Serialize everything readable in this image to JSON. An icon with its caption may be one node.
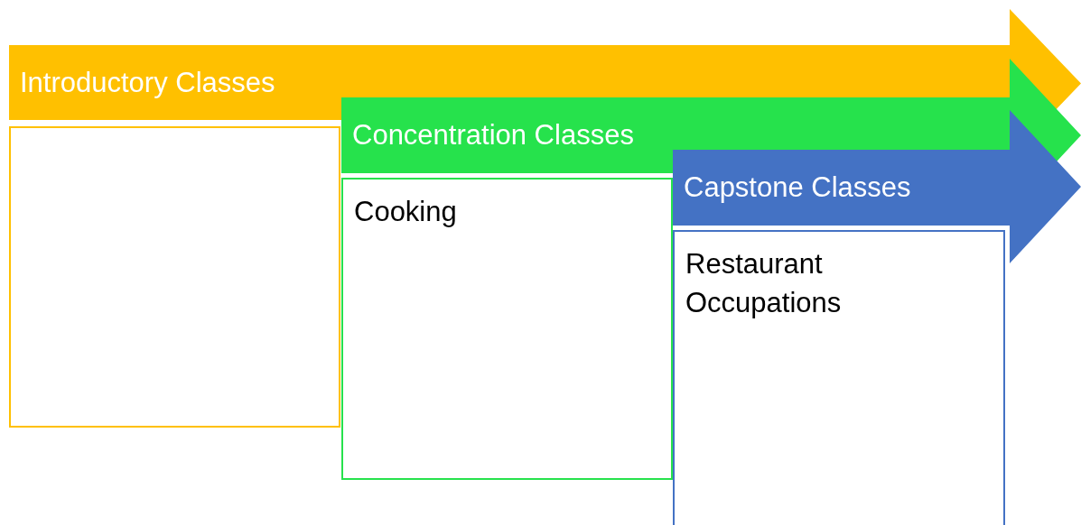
{
  "diagram": {
    "nodes": [
      {
        "text": [
          "Introductory Classes"
        ]
      },
      {
        "text": [],
        "shape": "box"
      },
      {
        "text": [
          "Concentration Classes"
        ]
      },
      {
        "text": [
          "Cooking"
        ]
      },
      {
        "text": [
          "Capstone Classes"
        ]
      },
      {
        "text": [
          "Restaurant Occupations"
        ]
      }
    ]
  }
}
